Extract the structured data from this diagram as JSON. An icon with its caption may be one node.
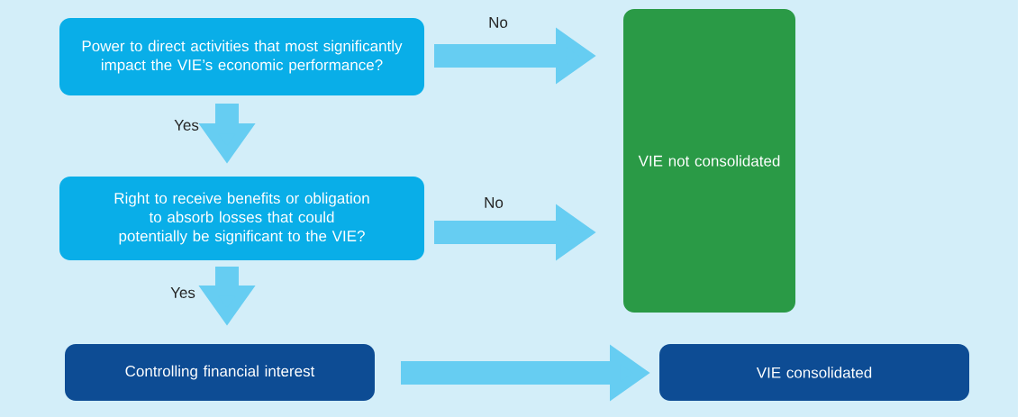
{
  "diagram": {
    "nodes": [
      {
        "text": [
          "Power to direct activities that most significantly impact the VIE’s economic performance?"
        ]
      },
      {
        "text": [
          "VIE not consolidated"
        ]
      },
      {
        "text": [
          "Right to receive benefits or obligation to absorb losses that could potentially be significant to the VIE?"
        ]
      },
      {
        "text": [
          "Controlling financial interest"
        ]
      },
      {
        "text": [
          "VIE consolidated"
        ]
      }
    ],
    "edges": [
      {
        "from": 0,
        "to": 1,
        "arrow": "to",
        "label": "No"
      },
      {
        "from": 0,
        "to": 2,
        "arrow": "to",
        "label": "Yes"
      },
      {
        "from": 2,
        "to": 1,
        "arrow": "to",
        "label": "No"
      },
      {
        "from": 2,
        "to": 3,
        "arrow": "to",
        "label": "Yes"
      },
      {
        "from": 3,
        "to": 4,
        "arrow": "to"
      }
    ]
  }
}
